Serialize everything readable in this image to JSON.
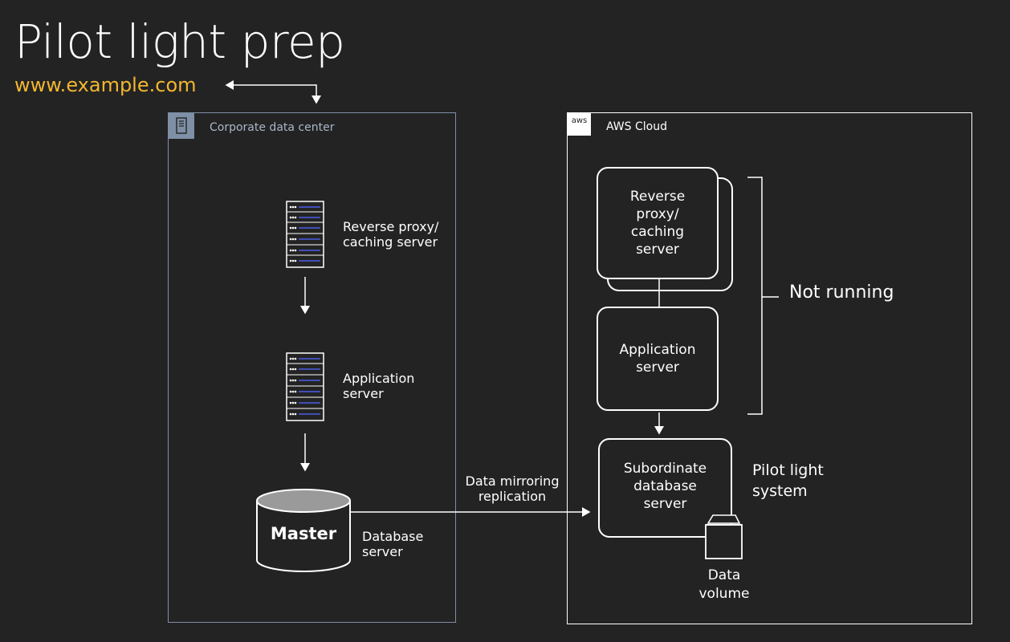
{
  "title": "Pilot light prep",
  "url": "www.example.com",
  "corporate": {
    "label": "Corporate data center",
    "reverse_proxy": "Reverse proxy/\ncaching server",
    "application": "Application\nserver",
    "master": "Master",
    "database": "Database\nserver"
  },
  "replication": "Data mirroring\nreplication",
  "aws": {
    "label": "AWS Cloud",
    "icon_text": "aws",
    "reverse_proxy": "Reverse\nproxy/\ncaching\nserver",
    "application": "Application\nserver",
    "subordinate": "Subordinate\ndatabase\nserver",
    "not_running": "Not running",
    "pilot_light": "Pilot light\nsystem",
    "data_volume": "Data\nvolume"
  },
  "colors": {
    "background": "#232323",
    "url": "#f2b631",
    "corp_border": "#7f8fa6",
    "server_accent": "#4a5ee8"
  }
}
